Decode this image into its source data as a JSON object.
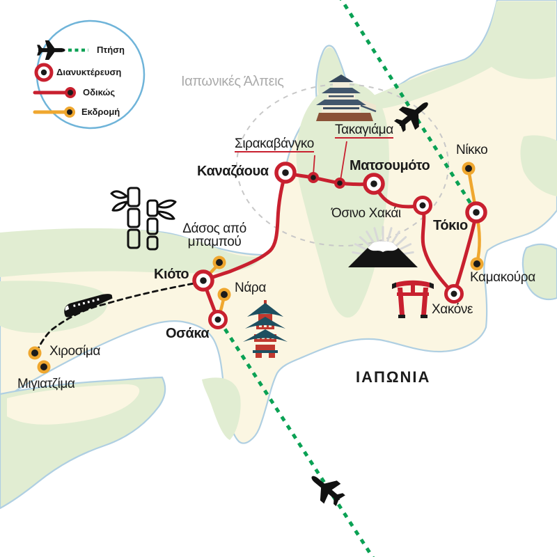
{
  "map": {
    "country_label": "ΙΑΠΩΝΙΑ",
    "region_label": "Ιαπωνικές Άλπεις",
    "legend": {
      "flight": "Πτήση",
      "overnight": "Διανυκτέρευση",
      "road": "Οδικώς",
      "excursion": "Εκδρομή"
    },
    "labels": {
      "kanazawa": "Καναζάουα",
      "shirakawago": "Σιρακαβάνγκο",
      "takayama": "Τακαγιάμα",
      "matsumoto": "Ματσουμότο",
      "oshino_hakkai": "Όσινο Χακάι",
      "tokyo": "Τόκιο",
      "nikko": "Νίκκο",
      "kamakura": "Καμακούρα",
      "hakone": "Χακόνε",
      "kyoto": "Κιότο",
      "nara": "Νάρα",
      "osaka": "Οσάκα",
      "bamboo_line1": "Δάσος από",
      "bamboo_line2": "μπαμπού",
      "hiroshima": "Χιροσίμα",
      "miyajima": "Μιγιατζίμα"
    },
    "colors": {
      "road": "#C8202F",
      "excursion": "#EFA72F",
      "flight": "#0AA154",
      "land": "#FBF6E2",
      "vegetation": "#E1EDD2",
      "coast": "#AFCFE2",
      "alps_outline": "#C8C8C8"
    }
  }
}
